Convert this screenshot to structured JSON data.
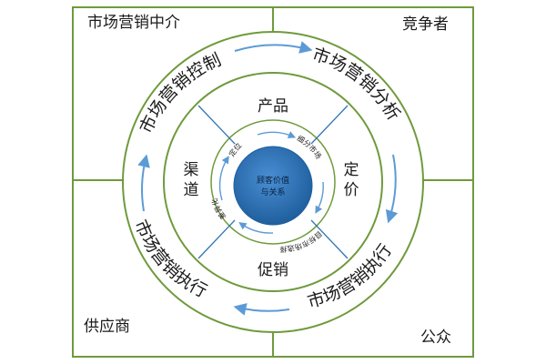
{
  "corners": {
    "top_left": "市场营销中介",
    "top_right": "竞争者",
    "bottom_left": "供应商",
    "bottom_right": "公众"
  },
  "outer_ring": {
    "top_left": "市场营销控制",
    "top_right": "市场营销分析",
    "bottom_left": "市场营销执行",
    "bottom_right": "市场营销执行"
  },
  "marketing_mix": {
    "top": "产品",
    "right": "定价",
    "bottom": "促销",
    "left": "渠道"
  },
  "inner_ring": {
    "positioning": "定位",
    "segmentation": "细分市场",
    "target": "目标市场选择",
    "differentiation": "差异化"
  },
  "center": {
    "line1": "顾客价值",
    "line2": "与关系"
  },
  "colors": {
    "frame": "#6f9a3c",
    "ring_green": "#6f9a3c",
    "spoke_blue": "#2e75b6",
    "arrow_blue": "#5b9bd5",
    "center_fill": "#2e75b6"
  }
}
